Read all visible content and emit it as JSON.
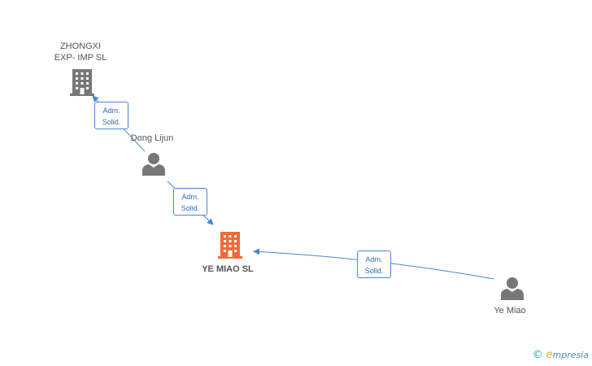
{
  "colors": {
    "company": "#777777",
    "company_center": "#f26a3b",
    "person": "#777777",
    "edge": "#4a89d0"
  },
  "nodes": {
    "zhongxi": {
      "label_line1": "ZHONGXI",
      "label_line2": "EXP- IMP SL",
      "icon": "building-icon"
    },
    "dong": {
      "label": "Dong Lijun",
      "icon": "person-icon"
    },
    "yemiao_sl": {
      "label": "YE MIAO SL",
      "icon": "building-icon"
    },
    "yemiao": {
      "label": "Ye Miao",
      "icon": "person-icon"
    }
  },
  "edges": [
    {
      "from": "dong",
      "to": "zhongxi",
      "line1": "Adm.",
      "line2": "Solid."
    },
    {
      "from": "dong",
      "to": "yemiao_sl",
      "line1": "Adm.",
      "line2": "Solid."
    },
    {
      "from": "yemiao",
      "to": "yemiao_sl",
      "line1": "Adm.",
      "line2": "Solid."
    }
  ],
  "brand": {
    "copyright": "©",
    "first_letter": "e",
    "rest": "mpresia"
  }
}
